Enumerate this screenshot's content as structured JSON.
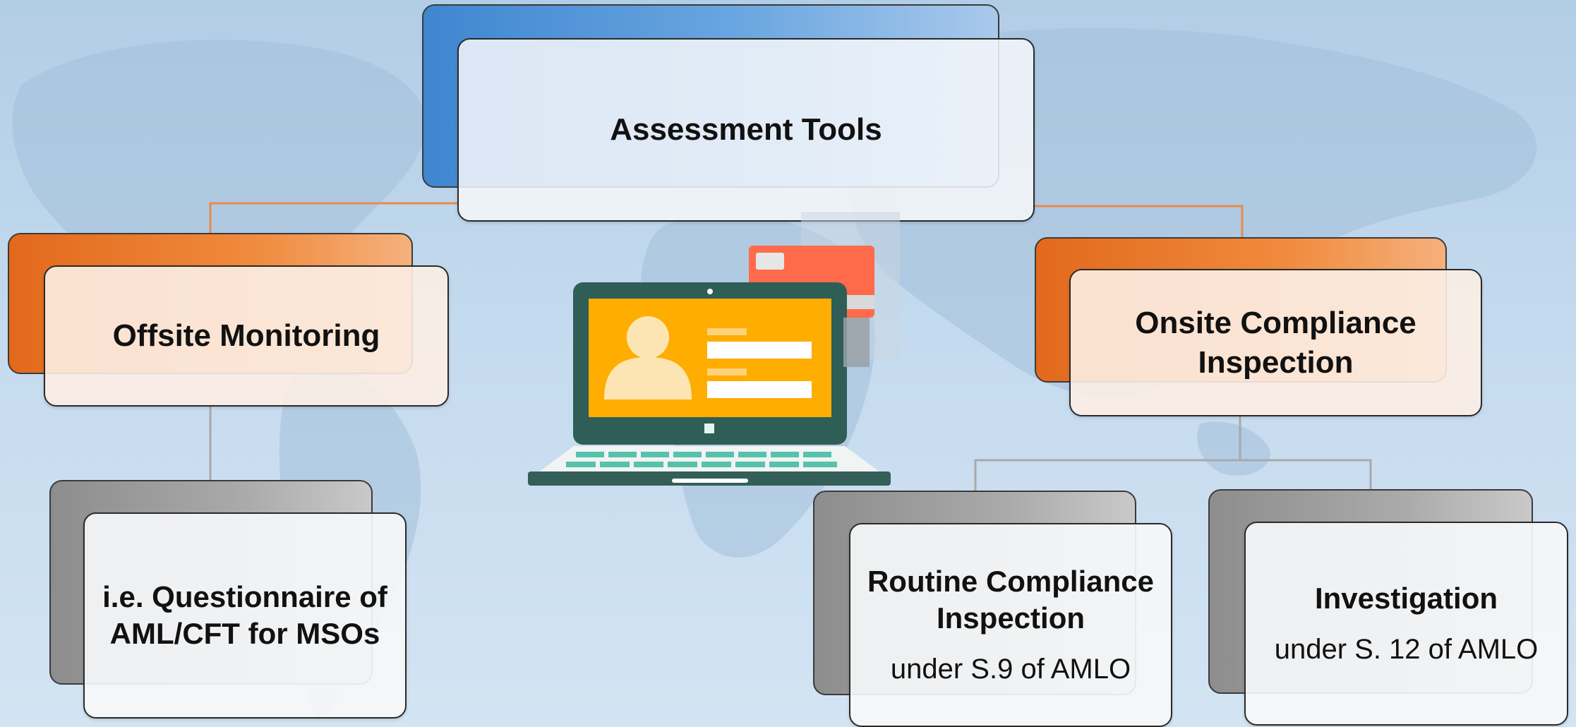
{
  "diagram": {
    "root": {
      "label": "Assessment Tools"
    },
    "offsite": {
      "label": "Offsite Monitoring"
    },
    "offsite_child": {
      "line1": "i.e. Questionnaire of",
      "line2": "AML/CFT for MSOs"
    },
    "onsite": {
      "line1": "Onsite Compliance",
      "line2": "Inspection"
    },
    "routine": {
      "line1": "Routine Compliance",
      "line2": "Inspection",
      "sub": "under S.9 of AMLO"
    },
    "investigation": {
      "title": "Investigation",
      "sub": "under S. 12 of AMLO"
    }
  },
  "colors": {
    "root_accent": "#4a8fd6",
    "level1_accent": "#ec7a2c",
    "level2_accent": "#9a9a9a",
    "connector_orange": "#e98a4b",
    "connector_gray": "#a9a9a9"
  },
  "illustration": {
    "name": "laptop-with-user-profile-and-credit-card"
  }
}
